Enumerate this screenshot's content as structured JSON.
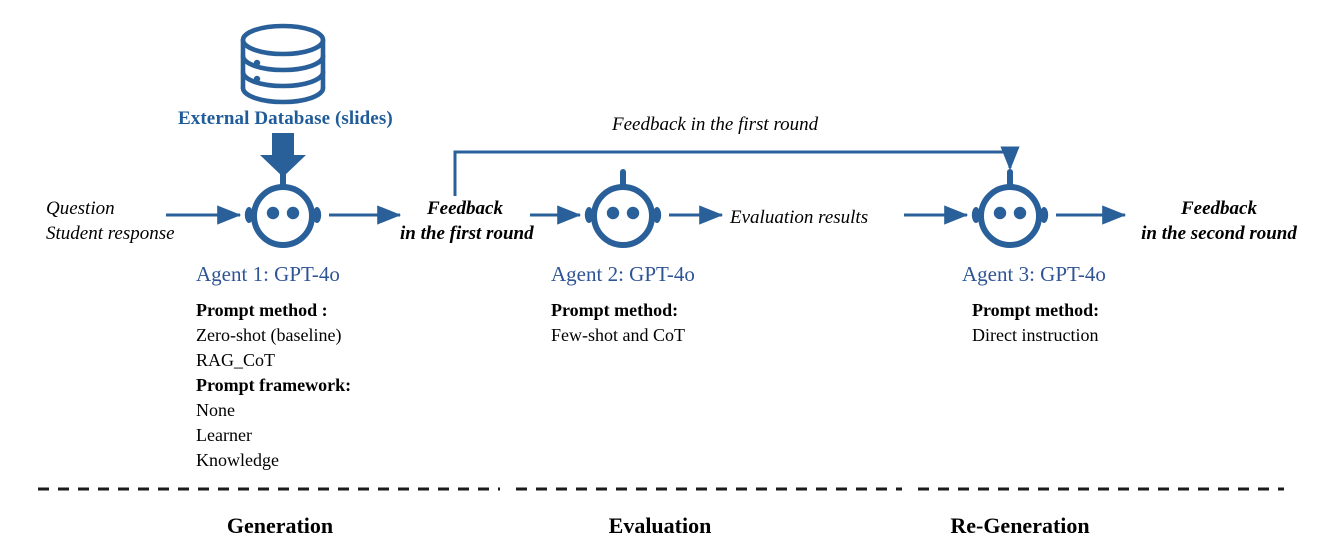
{
  "diagram": {
    "title": "Three-agent GPT-4o feedback generation, evaluation and re-generation pipeline",
    "accent_blue": "#2A6099",
    "agent_name_blue": "#2F5496",
    "db_label_blue": "#1F5C99",
    "text_black": "#000000"
  },
  "database": {
    "icon": "database-icon",
    "label": "External Database (slides)"
  },
  "inputs": {
    "line1": "Question",
    "line2": "Student response"
  },
  "flow": {
    "feedback_first_line1": "Feedback",
    "feedback_first_line2": "in the first round",
    "evaluation_results": "Evaluation results",
    "feedback_second_line1": "Feedback",
    "feedback_second_line2": "in the second round",
    "loop_label": "Feedback in the first round"
  },
  "agents": [
    {
      "icon": "robot-head-icon",
      "name": "Agent 1: GPT-4o",
      "sections": [
        {
          "header": "Prompt method :",
          "items": [
            "Zero-shot (baseline)",
            "RAG_CoT"
          ]
        },
        {
          "header": "Prompt framework:",
          "items": [
            "None",
            "Learner",
            "Knowledge"
          ]
        }
      ]
    },
    {
      "icon": "robot-head-icon",
      "name": "Agent 2: GPT-4o",
      "sections": [
        {
          "header": "Prompt method:",
          "items": [
            "Few-shot and CoT"
          ]
        }
      ]
    },
    {
      "icon": "robot-head-icon",
      "name": "Agent 3: GPT-4o",
      "sections": [
        {
          "header": "Prompt method:",
          "items": [
            "Direct instruction"
          ]
        }
      ]
    }
  ],
  "stages": [
    {
      "label": "Generation"
    },
    {
      "label": "Evaluation"
    },
    {
      "label": "Re-Generation"
    }
  ]
}
